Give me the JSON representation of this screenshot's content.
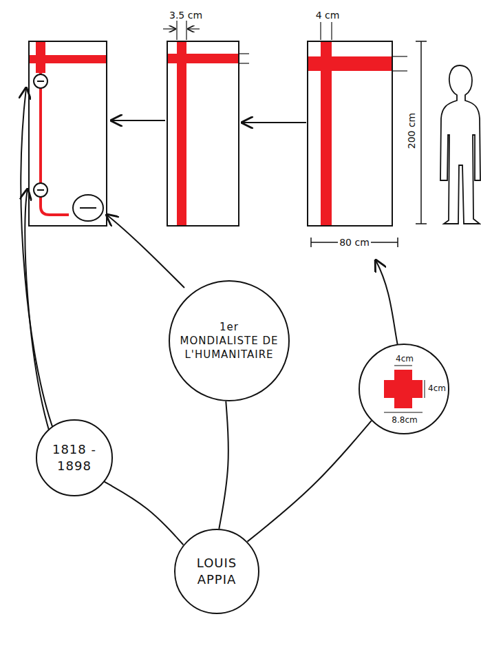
{
  "diagram": {
    "nodes": [
      {
        "text": [
          "LOUIS APPIA"
        ]
      },
      {
        "text": [
          "1818 - 1898"
        ]
      },
      {
        "text": [
          "1er MONDIALISTE DE L'HUMANITAIRE"
        ]
      },
      {
        "text": [
          "4cm",
          "4cm",
          "8.8cm"
        ]
      }
    ],
    "edges": [
      {
        "from": 0,
        "to": 1,
        "arrow": "none"
      },
      {
        "from": 0,
        "to": 2,
        "arrow": "none"
      },
      {
        "from": 0,
        "to": 3,
        "arrow": "none"
      }
    ],
    "labels": [
      "3.5 cm",
      "4 cm",
      "200 cm",
      "80 cm"
    ]
  }
}
